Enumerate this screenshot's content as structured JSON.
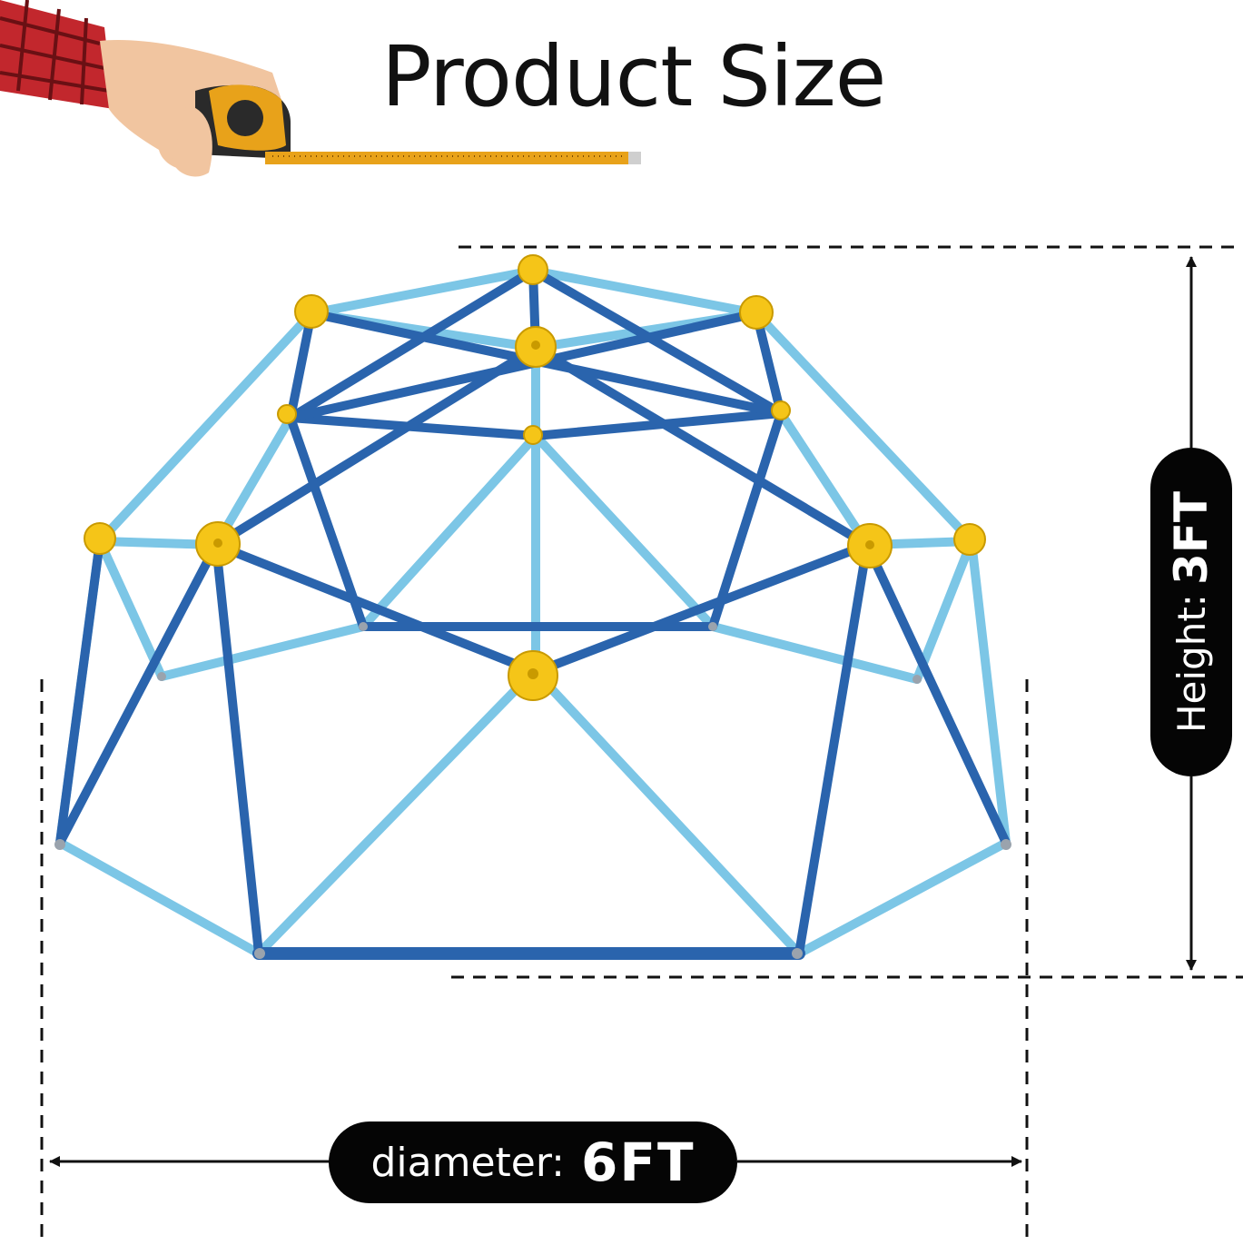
{
  "title": "Product Size",
  "diameter": {
    "label": "diameter:",
    "value": "6FT"
  },
  "height": {
    "label": "Height:",
    "value": "3FT"
  },
  "colors": {
    "pole_dark": "#2a64ad",
    "pole_light": "#7cc6e6",
    "grip": "#f5c518",
    "pill": "#050505",
    "sleeve": "#c2272d",
    "tape": "#e8a21a"
  },
  "icons": [
    "hand-with-tape-measure-icon",
    "climbing-dome-illustration"
  ]
}
